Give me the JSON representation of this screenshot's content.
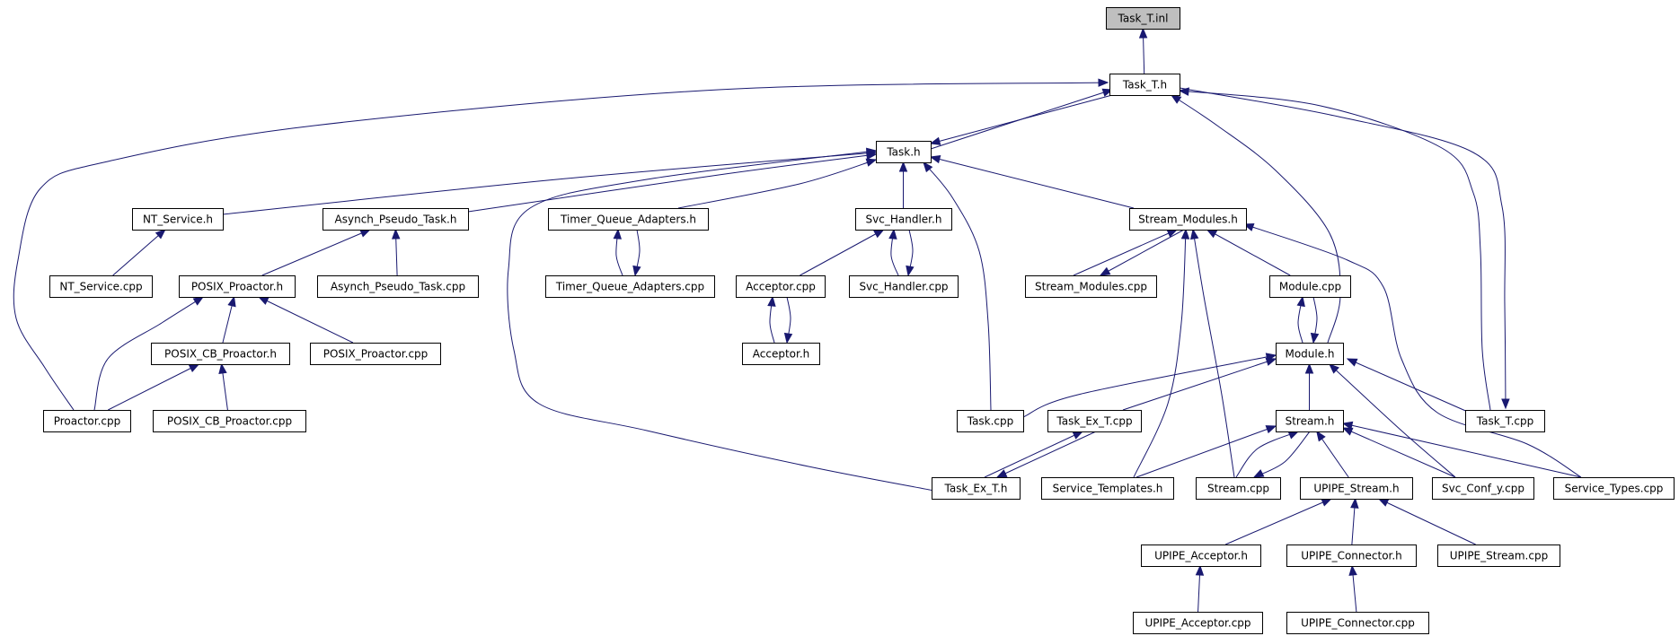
{
  "graph": {
    "edge_color": "#191970",
    "root_fill": "#bfbfbf",
    "nodes": [
      {
        "id": "task_t_inl",
        "label": "Task_T.inl"
      },
      {
        "id": "task_t_h",
        "label": "Task_T.h"
      },
      {
        "id": "task_h",
        "label": "Task.h"
      },
      {
        "id": "nt_service_h",
        "label": "NT_Service.h"
      },
      {
        "id": "asynch_pseudo_task_h",
        "label": "Asynch_Pseudo_Task.h"
      },
      {
        "id": "timer_queue_adapters_h",
        "label": "Timer_Queue_Adapters.h"
      },
      {
        "id": "svc_handler_h",
        "label": "Svc_Handler.h"
      },
      {
        "id": "stream_modules_h",
        "label": "Stream_Modules.h"
      },
      {
        "id": "nt_service_cpp",
        "label": "NT_Service.cpp"
      },
      {
        "id": "posix_proactor_h",
        "label": "POSIX_Proactor.h"
      },
      {
        "id": "asynch_pseudo_task_cpp",
        "label": "Asynch_Pseudo_Task.cpp"
      },
      {
        "id": "timer_queue_adapters_cpp",
        "label": "Timer_Queue_Adapters.cpp"
      },
      {
        "id": "acceptor_cpp",
        "label": "Acceptor.cpp"
      },
      {
        "id": "svc_handler_cpp",
        "label": "Svc_Handler.cpp"
      },
      {
        "id": "stream_modules_cpp",
        "label": "Stream_Modules.cpp"
      },
      {
        "id": "module_cpp",
        "label": "Module.cpp"
      },
      {
        "id": "posix_cb_proactor_h",
        "label": "POSIX_CB_Proactor.h"
      },
      {
        "id": "posix_proactor_cpp",
        "label": "POSIX_Proactor.cpp"
      },
      {
        "id": "acceptor_h",
        "label": "Acceptor.h"
      },
      {
        "id": "module_h",
        "label": "Module.h"
      },
      {
        "id": "proactor_cpp",
        "label": "Proactor.cpp"
      },
      {
        "id": "posix_cb_proactor_cpp",
        "label": "POSIX_CB_Proactor.cpp"
      },
      {
        "id": "task_cpp",
        "label": "Task.cpp"
      },
      {
        "id": "task_ex_t_cpp",
        "label": "Task_Ex_T.cpp"
      },
      {
        "id": "stream_h",
        "label": "Stream.h"
      },
      {
        "id": "task_t_cpp",
        "label": "Task_T.cpp"
      },
      {
        "id": "task_ex_t_h",
        "label": "Task_Ex_T.h"
      },
      {
        "id": "service_templates_h",
        "label": "Service_Templates.h"
      },
      {
        "id": "stream_cpp",
        "label": "Stream.cpp"
      },
      {
        "id": "upipe_stream_h",
        "label": "UPIPE_Stream.h"
      },
      {
        "id": "svc_conf_y_cpp",
        "label": "Svc_Conf_y.cpp"
      },
      {
        "id": "service_types_cpp",
        "label": "Service_Types.cpp"
      },
      {
        "id": "upipe_acceptor_h",
        "label": "UPIPE_Acceptor.h"
      },
      {
        "id": "upipe_connector_h",
        "label": "UPIPE_Connector.h"
      },
      {
        "id": "upipe_stream_cpp",
        "label": "UPIPE_Stream.cpp"
      },
      {
        "id": "upipe_acceptor_cpp",
        "label": "UPIPE_Acceptor.cpp"
      },
      {
        "id": "upipe_connector_cpp",
        "label": "UPIPE_Connector.cpp"
      }
    ],
    "edges": [
      {
        "from": "task_t_h",
        "to": "task_t_inl"
      },
      {
        "from": "task_h",
        "to": "task_t_h"
      },
      {
        "from": "task_t_h",
        "to": "task_h"
      },
      {
        "from": "proactor_cpp",
        "to": "task_t_h"
      },
      {
        "from": "module_h",
        "to": "task_t_h"
      },
      {
        "from": "task_t_cpp",
        "to": "task_t_h"
      },
      {
        "from": "task_t_h",
        "to": "task_t_cpp"
      },
      {
        "from": "nt_service_h",
        "to": "task_h"
      },
      {
        "from": "asynch_pseudo_task_h",
        "to": "task_h"
      },
      {
        "from": "timer_queue_adapters_h",
        "to": "task_h"
      },
      {
        "from": "svc_handler_h",
        "to": "task_h"
      },
      {
        "from": "stream_modules_h",
        "to": "task_h"
      },
      {
        "from": "task_cpp",
        "to": "task_h"
      },
      {
        "from": "task_ex_t_h",
        "to": "task_h"
      },
      {
        "from": "nt_service_cpp",
        "to": "nt_service_h"
      },
      {
        "from": "posix_proactor_h",
        "to": "asynch_pseudo_task_h"
      },
      {
        "from": "asynch_pseudo_task_cpp",
        "to": "asynch_pseudo_task_h"
      },
      {
        "from": "timer_queue_adapters_cpp",
        "to": "timer_queue_adapters_h"
      },
      {
        "from": "timer_queue_adapters_h",
        "to": "timer_queue_adapters_cpp"
      },
      {
        "from": "acceptor_cpp",
        "to": "svc_handler_h"
      },
      {
        "from": "svc_handler_cpp",
        "to": "svc_handler_h"
      },
      {
        "from": "svc_handler_h",
        "to": "svc_handler_cpp"
      },
      {
        "from": "stream_modules_cpp",
        "to": "stream_modules_h"
      },
      {
        "from": "stream_modules_h",
        "to": "stream_modules_cpp"
      },
      {
        "from": "module_cpp",
        "to": "stream_modules_h"
      },
      {
        "from": "service_templates_h",
        "to": "stream_modules_h"
      },
      {
        "from": "stream_cpp",
        "to": "stream_modules_h"
      },
      {
        "from": "service_types_cpp",
        "to": "stream_modules_h"
      },
      {
        "from": "posix_cb_proactor_h",
        "to": "posix_proactor_h"
      },
      {
        "from": "posix_proactor_cpp",
        "to": "posix_proactor_h"
      },
      {
        "from": "proactor_cpp",
        "to": "posix_proactor_h"
      },
      {
        "from": "acceptor_h",
        "to": "acceptor_cpp"
      },
      {
        "from": "acceptor_cpp",
        "to": "acceptor_h"
      },
      {
        "from": "module_h",
        "to": "module_cpp"
      },
      {
        "from": "module_cpp",
        "to": "module_h"
      },
      {
        "from": "proactor_cpp",
        "to": "posix_cb_proactor_h"
      },
      {
        "from": "posix_cb_proactor_cpp",
        "to": "posix_cb_proactor_h"
      },
      {
        "from": "task_cpp",
        "to": "module_h"
      },
      {
        "from": "task_ex_t_cpp",
        "to": "module_h"
      },
      {
        "from": "stream_h",
        "to": "module_h"
      },
      {
        "from": "task_t_cpp",
        "to": "module_h"
      },
      {
        "from": "svc_conf_y_cpp",
        "to": "module_h"
      },
      {
        "from": "task_ex_t_h",
        "to": "task_ex_t_cpp"
      },
      {
        "from": "task_ex_t_cpp",
        "to": "task_ex_t_h"
      },
      {
        "from": "service_templates_h",
        "to": "stream_h"
      },
      {
        "from": "stream_cpp",
        "to": "stream_h"
      },
      {
        "from": "stream_h",
        "to": "stream_cpp"
      },
      {
        "from": "upipe_stream_h",
        "to": "stream_h"
      },
      {
        "from": "svc_conf_y_cpp",
        "to": "stream_h"
      },
      {
        "from": "service_types_cpp",
        "to": "stream_h"
      },
      {
        "from": "upipe_acceptor_h",
        "to": "upipe_stream_h"
      },
      {
        "from": "upipe_connector_h",
        "to": "upipe_stream_h"
      },
      {
        "from": "upipe_stream_cpp",
        "to": "upipe_stream_h"
      },
      {
        "from": "upipe_acceptor_cpp",
        "to": "upipe_acceptor_h"
      },
      {
        "from": "upipe_connector_cpp",
        "to": "upipe_connector_h"
      }
    ]
  }
}
